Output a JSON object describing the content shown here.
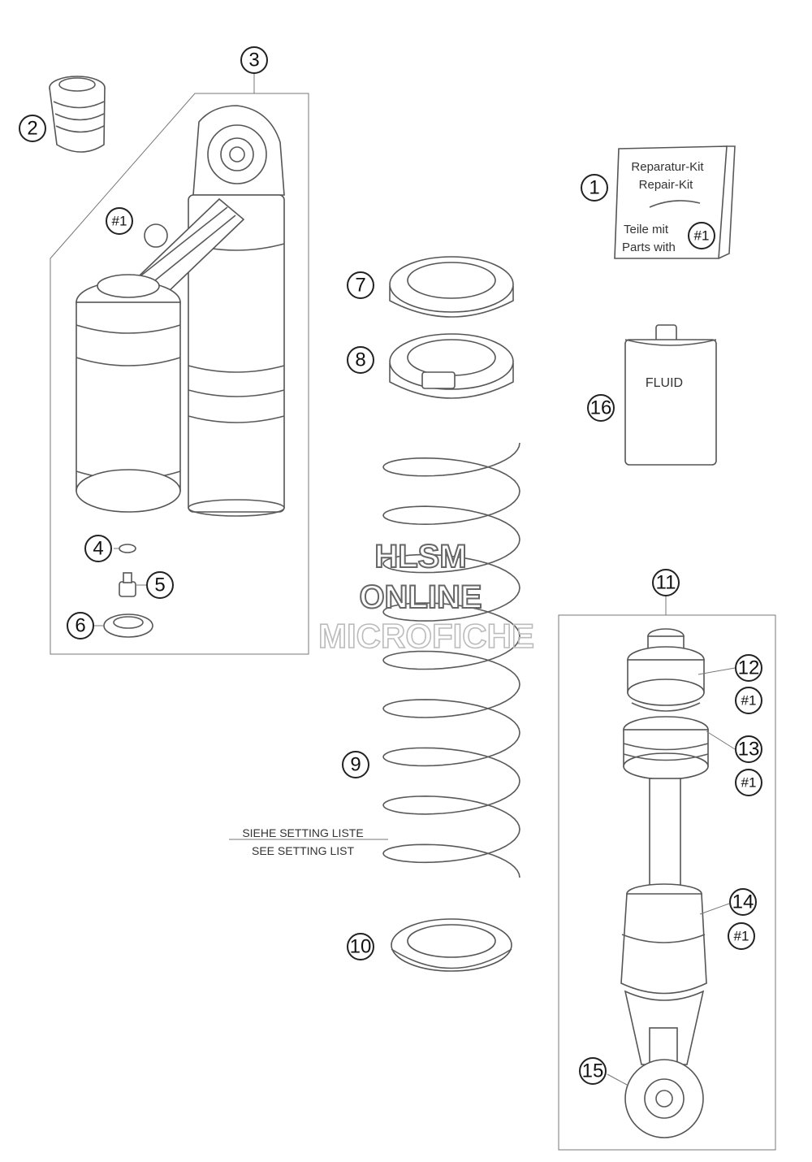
{
  "callouts": {
    "c1": "1",
    "c2": "2",
    "c3": "3",
    "c4": "4",
    "c5": "5",
    "c6": "6",
    "c7": "7",
    "c8": "8",
    "c9": "9",
    "c10": "10",
    "c11": "11",
    "c12": "12",
    "c13": "13",
    "c14": "14",
    "c15": "15",
    "c16": "16",
    "kit_ref": "#1"
  },
  "repair_kit": {
    "line1": "Reparatur-Kit",
    "line2": "Repair-Kit",
    "line3": "Teile mit",
    "line4": "Parts with"
  },
  "fluid_label": "FLUID",
  "setting_note": {
    "de": "SIEHE SETTING LISTE",
    "en": "SEE SETTING LIST"
  },
  "watermark": {
    "line1": "HLSM",
    "line2": "ONLINE",
    "line3": "MICROFICHE"
  }
}
